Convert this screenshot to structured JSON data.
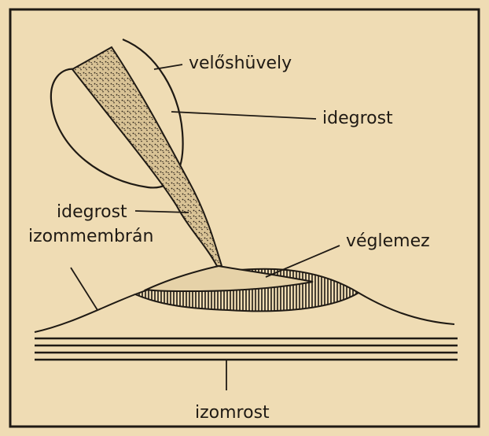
{
  "labels": {
    "myelin_sheath": "velőshüvely",
    "nerve_fiber_top": "idegrost",
    "nerve_fiber_left": "idegrost",
    "muscle_membrane": "izommembrán",
    "end_plate": "véglemez",
    "muscle_fiber": "izomrost"
  },
  "colors": {
    "paper": "#efdcb4",
    "ink": "#1f1a14",
    "fiber_fill": "#d6bf93"
  }
}
